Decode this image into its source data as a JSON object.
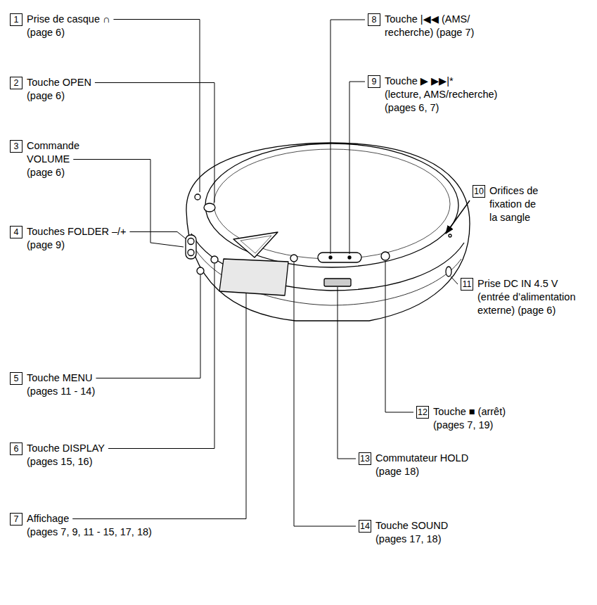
{
  "diagram": {
    "labels": [
      "1",
      "Prise de casque ∩ (page 6)",
      "2",
      "Touche OPEN (page 6)",
      "3",
      "Commande VOLUME (page 6)",
      "4",
      "Touches FOLDER –/+ (page 9)",
      "5",
      "Touche MENU (pages 11 - 14)",
      "6",
      "Touche DISPLAY (pages 15, 16)",
      "7",
      "Affichage (pages 7, 9, 11 - 15, 17, 18)",
      "8",
      "Touche |◀◀ (AMS/ recherche) (page 7)",
      "9",
      "Touche ▶ ▶▶|* (lecture, AMS/recherche) (pages 6, 7)",
      "10",
      "Orifices de fixation de la sangle",
      "11",
      "Prise DC IN 4.5 V (entrée d’alimentation externe) (page 6)",
      "12",
      "Touche ■ (arrêt) (pages 7, 19)",
      "13",
      "Commutateur HOLD (page 18)",
      "14",
      "Touche SOUND (pages 17, 18)"
    ]
  }
}
